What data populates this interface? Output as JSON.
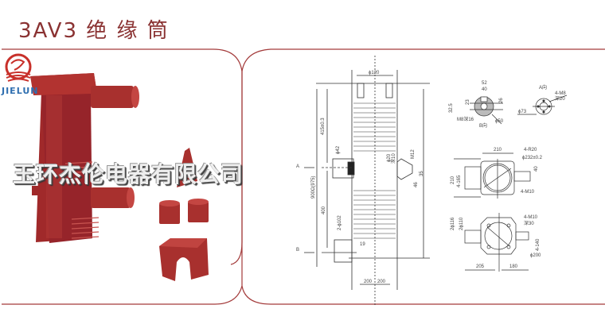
{
  "header": {
    "title": "3AV3 绝 缘 筒"
  },
  "product_panel": {
    "logo_text": "JIELUN",
    "watermark": "玉环杰伦电器有限公司"
  },
  "drawing_panel": {
    "main_view": {
      "view_marker_a": "A",
      "view_marker_b": "B",
      "top_diameter": "ϕ120",
      "height_upper": "415±0.3",
      "total_height": "900Ω(975)",
      "height_lower": "400",
      "upper_port_diameter": "ϕ42",
      "lower_port_diameter": "2-ϕ102",
      "side_port_diameter": "ϕ20",
      "side_port_depth": "深10",
      "side_bolt": "M12",
      "side_offset": "46",
      "side_width": "35",
      "base_offset": "19",
      "base_half_left": "200",
      "base_half_right": "200"
    },
    "section_b": {
      "label": "B向",
      "dim_outer": "52",
      "dim_inner": "40",
      "dim_left_a": "32.5",
      "dim_left_b": "23",
      "dim_right": "26",
      "thread": "M8深16",
      "diameter": "ϕ50"
    },
    "section_a": {
      "label": "A向",
      "bolts": "4-M8",
      "depth": "深20",
      "diameter": "ϕ73"
    },
    "top_view": {
      "width": "210",
      "height": "210",
      "inner_spacing": "4-165",
      "corner_radius": "4-R20",
      "bore": "ϕ232±0.2",
      "port": "40",
      "bolts": "4-M10"
    },
    "bottom_view": {
      "dia_outer": "2ϕ116",
      "dia_inner": "2ϕ110",
      "bolts": "4-M10",
      "depth": "深30",
      "side_dim": "4-140",
      "bore": "ϕ200",
      "left_dim": "205",
      "right_dim": "180"
    }
  },
  "colors": {
    "accent": "#9b3535",
    "product_red": "#a52a28",
    "logo_blue": "#2f6fb0"
  }
}
